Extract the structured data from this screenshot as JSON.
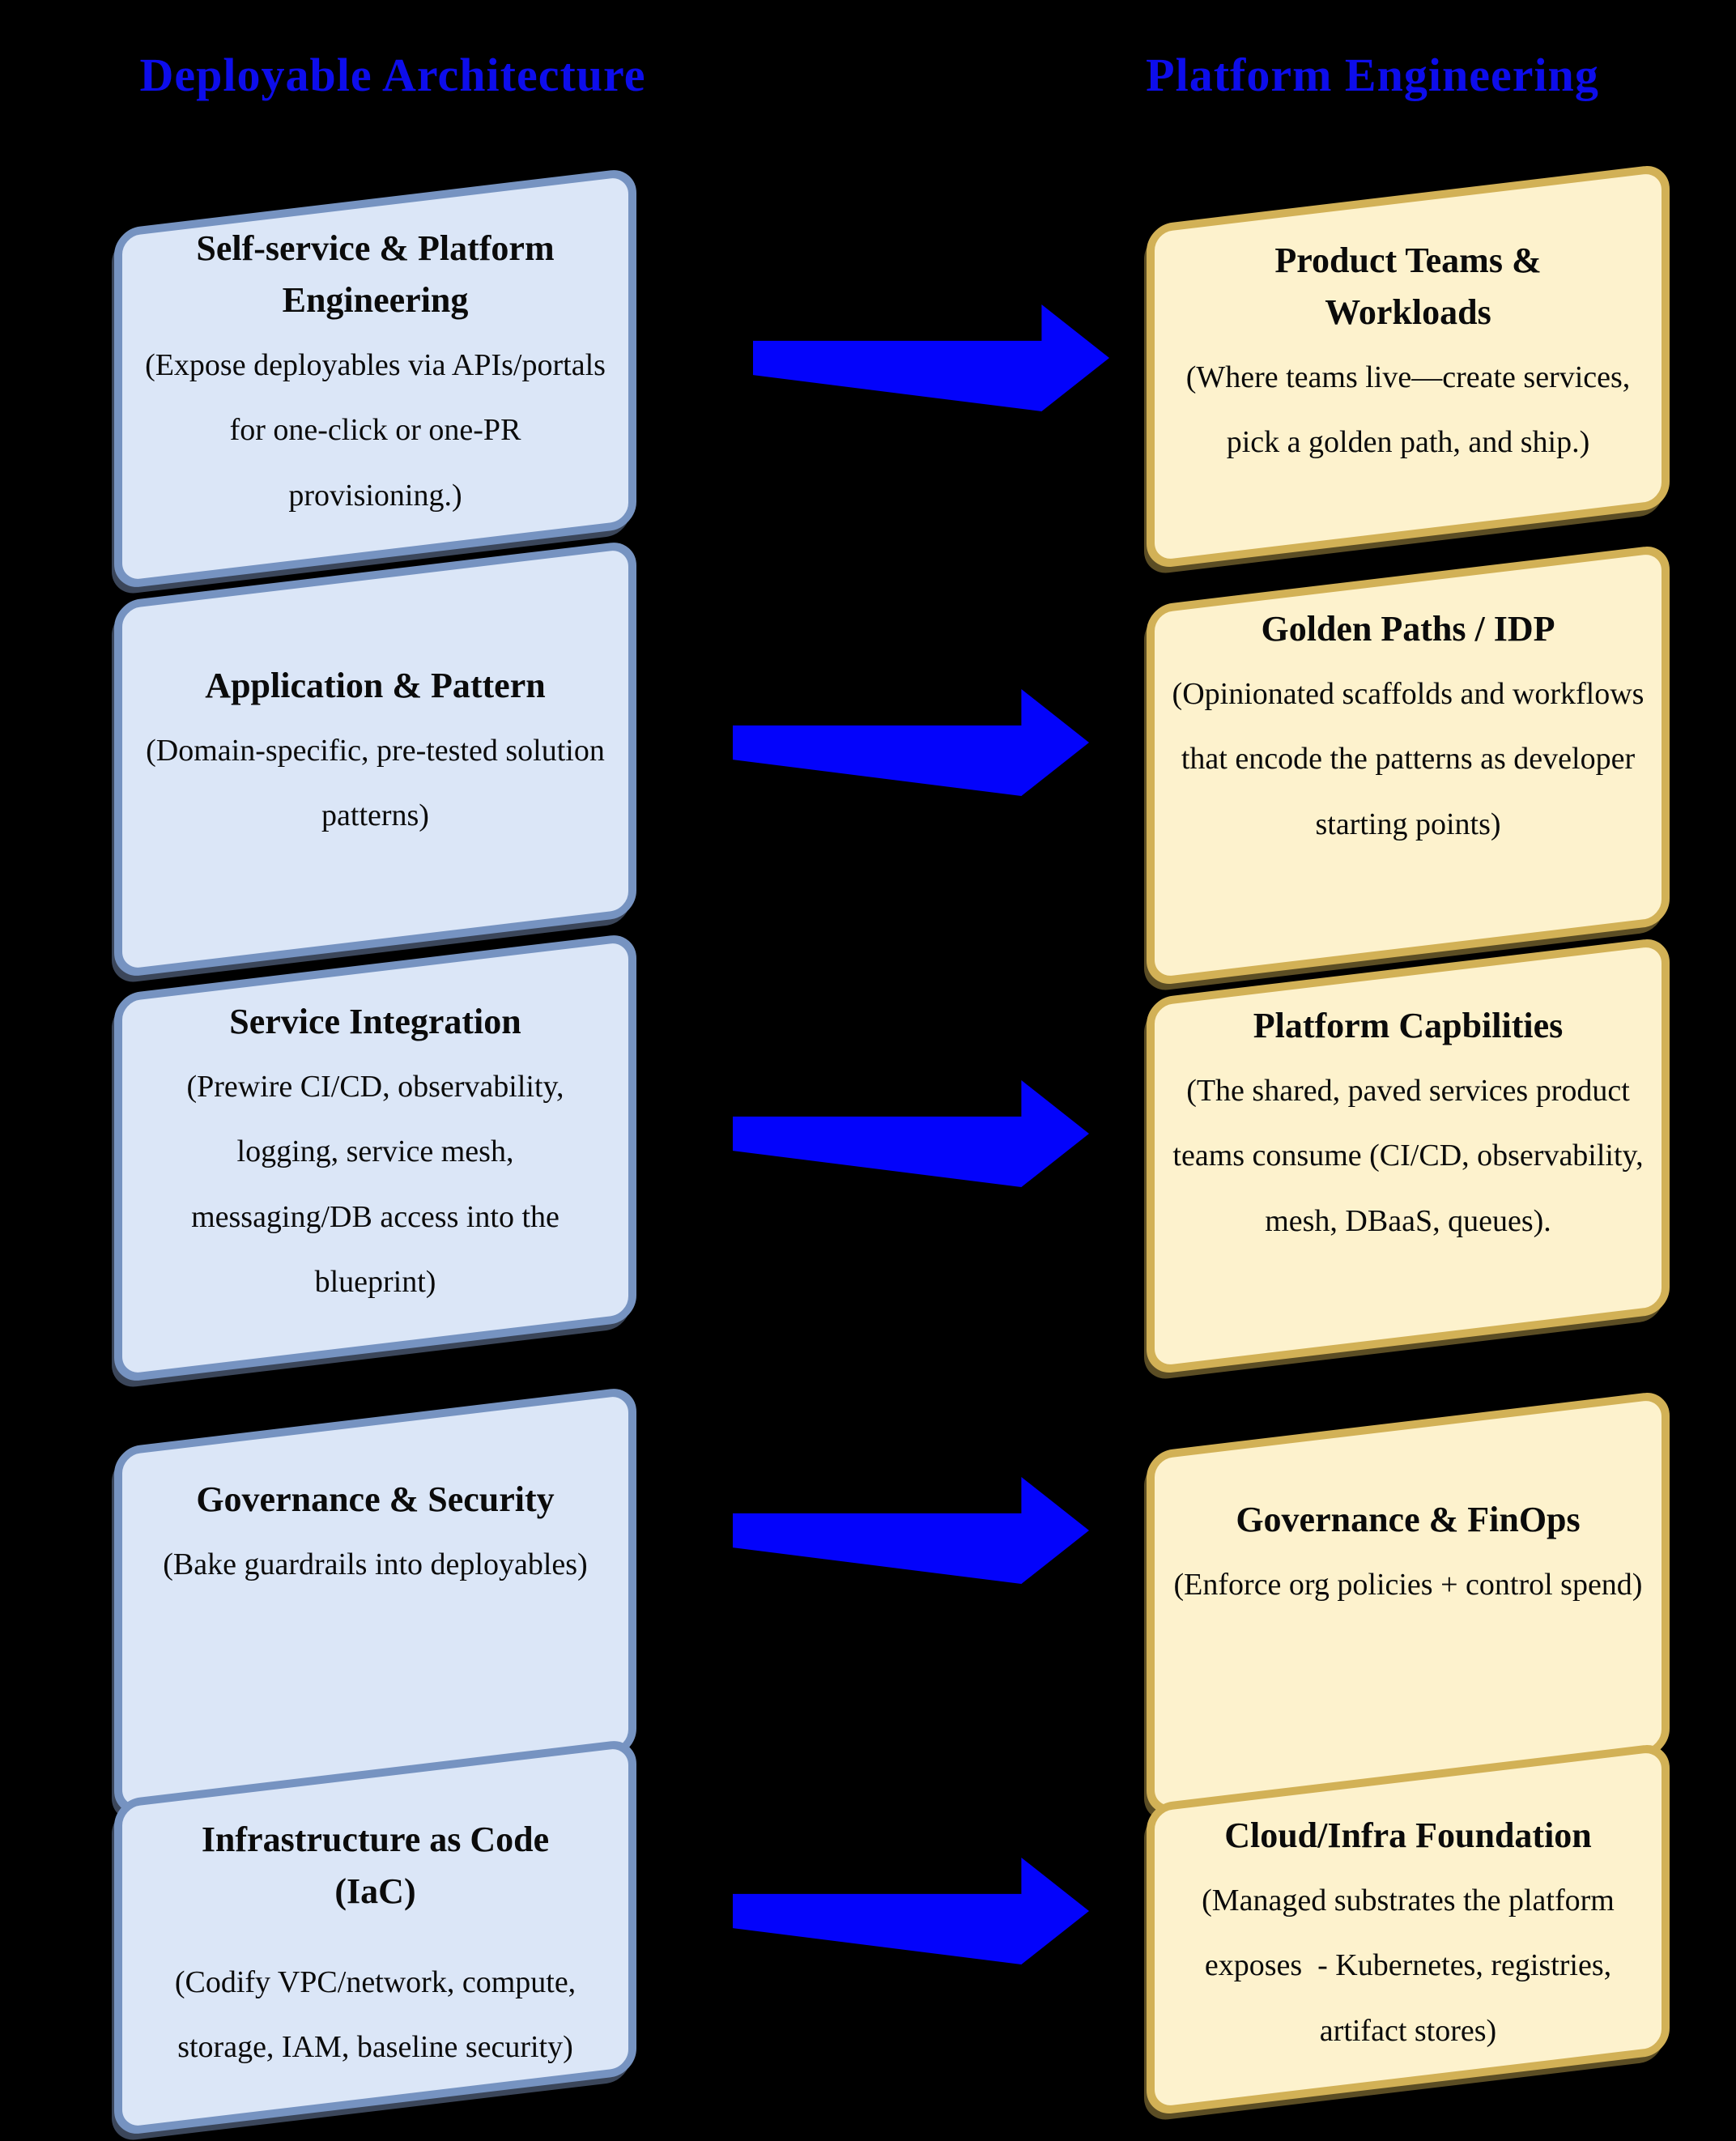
{
  "headers": {
    "left": "Deployable Architecture",
    "right": "Platform Engineering",
    "color": "#0d0deb"
  },
  "colors": {
    "background": "#000000",
    "blue_box_fill": "#dbe6f7",
    "blue_box_border": "#7693c1",
    "gold_box_fill": "#fdf2cd",
    "gold_box_border": "#d2b156",
    "arrow": "#0303fb",
    "text": "#0b0b0b"
  },
  "arrows": {
    "count": 5,
    "direction": "right",
    "style": "block-arrow"
  },
  "rows": [
    {
      "left": {
        "title": "Self-service & Platform Engineering",
        "body": "(Expose deployables via APIs/portals for one-click or one-PR provisioning.)"
      },
      "right": {
        "title": "Product Teams & Workloads",
        "body": "(Where teams live—create services, pick a golden path, and ship.)"
      }
    },
    {
      "left": {
        "title": "Application & Pattern",
        "body": "(Domain-specific, pre-tested solution patterns)"
      },
      "right": {
        "title": "Golden Paths / IDP",
        "body": "(Opinionated scaffolds and workflows that encode the patterns as developer starting points)"
      }
    },
    {
      "left": {
        "title": "Service Integration",
        "body": "(Prewire CI/CD, observability, logging, service mesh, messaging/DB access into the blueprint)"
      },
      "right": {
        "title": "Platform Capbilities",
        "body": "(The shared, paved services product teams consume (CI/CD, observability, mesh, DBaaS, queues)."
      }
    },
    {
      "left": {
        "title": "Governance & Security",
        "body": "(Bake guardrails into deployables)"
      },
      "right": {
        "title": "Governance & FinOps",
        "body": "(Enforce org policies + control spend)"
      }
    },
    {
      "left": {
        "title": "Infrastructure as Code (IaC)",
        "body": "(Codify VPC/network, compute, storage, IAM, baseline security)"
      },
      "right": {
        "title": "Cloud/Infra Foundation",
        "body": "(Managed substrates the platform exposes  - Kubernetes, registries, artifact stores)"
      }
    }
  ]
}
